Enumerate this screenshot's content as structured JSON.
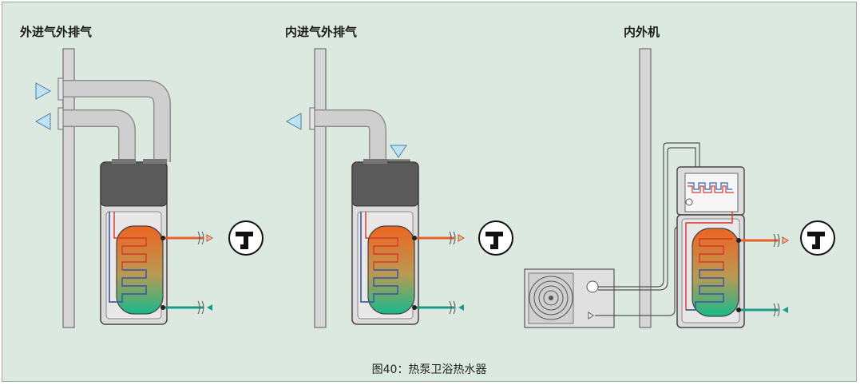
{
  "panels": [
    {
      "title": "外进气外排气"
    },
    {
      "title": "内进气外排气"
    },
    {
      "title": "内外机"
    }
  ],
  "caption": "图40：热泵卫浴热水器",
  "icons": [
    "faucet-icon",
    "air-in-arrow-icon",
    "air-out-arrow-icon",
    "fan-icon",
    "pump-icon",
    "valve-icon"
  ],
  "colors": {
    "background": "#dbe9e0",
    "duct": "#bfbfbf",
    "hot_pipe": "#e8602c",
    "cold_pipe": "#1a9b8a",
    "air_arrow": "#bfe3f3",
    "coil_hot": "#d9372a",
    "coil_cold": "#2b62b8",
    "compressor_head": "#5a5a5a"
  }
}
